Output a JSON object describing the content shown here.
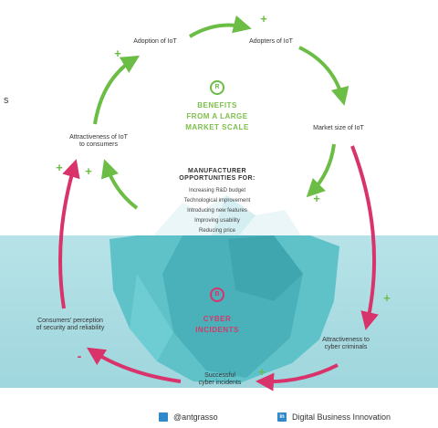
{
  "diagram": {
    "nodes": {
      "adoption": "Adoption of IoT",
      "adopters": "Adopters of IoT",
      "market_size": "Market size of IoT",
      "attractiveness_consumers": "Attractiveness of IoT\nto consumers",
      "consumer_perception": "Consumers' perception\nof security and reliability",
      "attractiveness_criminals": "Attractiveness to\ncyber criminals",
      "successful_incidents": "Successful\ncyber incidents"
    },
    "benefits_title": "BENEFITS\nFROM A LARGE\nMARKET SCALE",
    "benefits_icon_letter": "R",
    "cyber_title": "CYBER\nINCIDENTS",
    "cyber_icon_letter": "B",
    "opportunities": {
      "title": "MANUFACTURER\nOPPORTUNITIES FOR:",
      "items": [
        "Increasing R&D budget",
        "Technological improvement",
        "Introducing new features",
        "Improving usability",
        "Reducing price"
      ]
    },
    "polarity": {
      "plus": "+",
      "minus": "-"
    },
    "colors": {
      "green": "#6cbd45",
      "pink": "#d9336b",
      "water": "#a9dde3",
      "iceberg": "#57bcc4"
    }
  },
  "left_fragment": "s",
  "footer": {
    "twitter_handle": "@antgrasso",
    "twitter_icon": "twitter-icon",
    "linkedin_icon": "linkedin-icon",
    "linkedin_badge": "in",
    "org": "Digital Business Innovation"
  }
}
